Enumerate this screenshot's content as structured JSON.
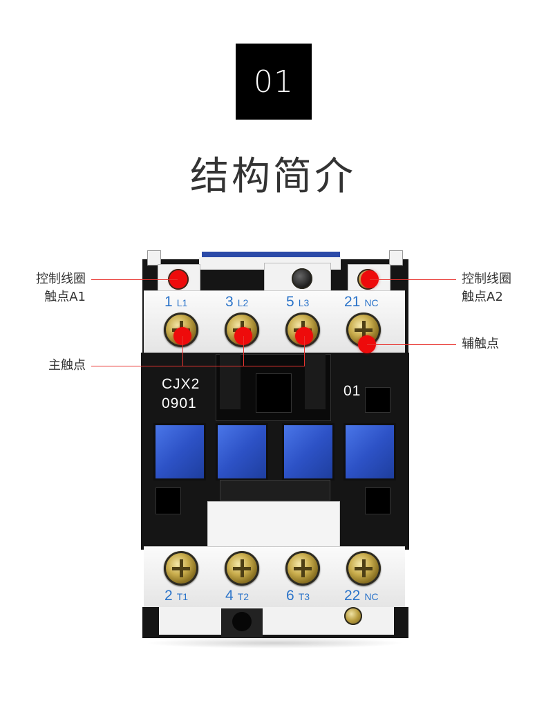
{
  "badge": "01",
  "title": "结构简介",
  "callouts": {
    "left_top_line1": "控制线圈",
    "left_top_line2": "触点A1",
    "right_top_line1": "控制线圈",
    "right_top_line2": "触点A2",
    "right_mid": "辅触点",
    "left_mid": "主触点"
  },
  "device": {
    "model_line1": "CJX2",
    "model_line2": "0901",
    "aux_code": "01",
    "top_terminals": [
      {
        "num": "1",
        "sub": "L1"
      },
      {
        "num": "3",
        "sub": "L2"
      },
      {
        "num": "5",
        "sub": "L3"
      },
      {
        "num": "21",
        "sub": "NC"
      }
    ],
    "bottom_terminals": [
      {
        "num": "2",
        "sub": "T1"
      },
      {
        "num": "4",
        "sub": "T2"
      },
      {
        "num": "6",
        "sub": "T3"
      },
      {
        "num": "22",
        "sub": "NC"
      }
    ]
  },
  "colors": {
    "marker": "#ee0b0b",
    "leader": "#e8342f",
    "terminal_label": "#2a73c9",
    "window_blue": "#2d52c6"
  }
}
